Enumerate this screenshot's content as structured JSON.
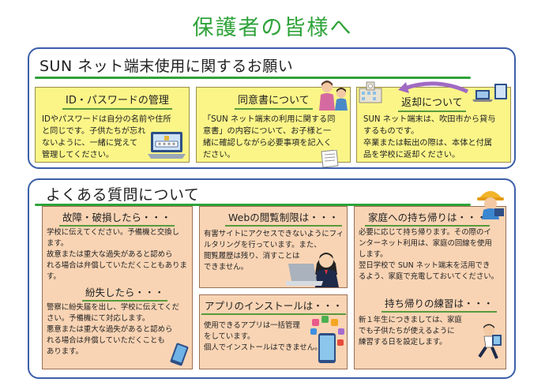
{
  "page": {
    "title": "保護者の皆様へ"
  },
  "request": {
    "heading": "SUN ネット端末使用に関するお願い",
    "cards": [
      {
        "title": "ID・パスワードの管理",
        "lines": [
          "IDやパスワードは自分の名前や住所",
          "と同じです。子供たちが忘れ",
          "ないように、一緒に覚えて",
          "管理してください。"
        ]
      },
      {
        "title": "同意書について",
        "lines": [
          "「SUN ネット端末の利用に関する同",
          "意書」の内容について、お子様と一",
          "緒に確認しながら必要事項を記入く",
          "ださい。"
        ]
      },
      {
        "title": "返却について",
        "lines": [
          "SUN ネット端末は、吹田市から貸与",
          "するものです。",
          "卒業または転出の際は、本体と付属",
          "品を学校に返却ください。"
        ]
      }
    ]
  },
  "faq": {
    "heading": "よくある質問について",
    "broken": {
      "title": "故障・破損したら・・・",
      "lines": [
        "学校に伝えてください。予備機と交換し",
        "ます。",
        "故意または重大な過失があると認めら",
        "れる場合は弁償していただくこともありま",
        "す。"
      ]
    },
    "lost": {
      "title": "紛失したら・・・",
      "lines": [
        "警察に紛失届を出し、学校に伝えてくだ",
        "さい。予備機にて対応します。",
        "悪意または重大な過失があると認めら",
        "れる場合は弁償していただくことも",
        "あります。"
      ]
    },
    "web": {
      "title": "Webの閲覧制限は・・・",
      "lines": [
        "有害サイトにアクセスできないようにフィ",
        "ルタリングを行っています。また、",
        "閲覧履歴は残り、消すことは",
        "できません。"
      ]
    },
    "apps": {
      "title": "アプリのインストールは・・・",
      "lines": [
        "使用できるアプリは一括管理",
        "をしています。",
        "個人でインストールはできません。"
      ]
    },
    "home": {
      "title": "家庭への持ち帰りは・・・",
      "lines": [
        "必要に応じて持ち帰ります。その際のイ",
        "ンターネット利用は、家庭の回線を使用",
        "します。",
        "翌日学校で SUN ネット端末を活用でき",
        "るよう、家庭で充電しておいてください。"
      ]
    },
    "practice": {
      "title": "持ち帰りの練習は・・・",
      "lines": [
        "新１年生につきましては、家庭",
        "でも子供たちが使えるように",
        "練習する日を設定します。"
      ]
    },
    "colors": {
      "request_card": "#fbf588",
      "faq_card": "#f9d4b4",
      "frame": "#3b5fa8",
      "accent": "#2fa33a"
    }
  }
}
